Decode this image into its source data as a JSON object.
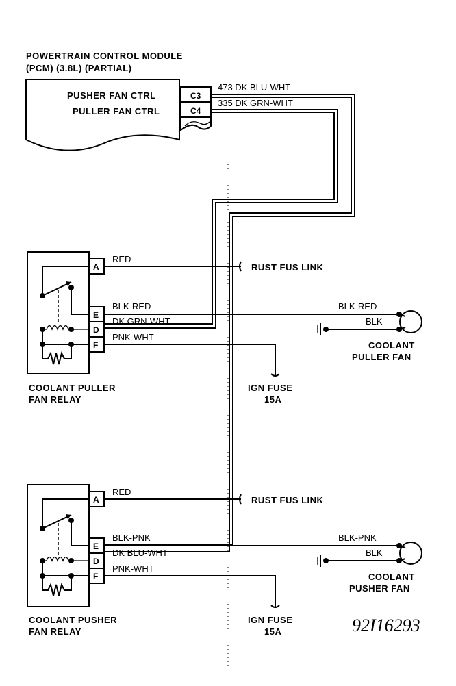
{
  "pcm": {
    "title_line1": "POWERTRAIN CONTROL MODULE",
    "title_line2": "(PCM) (3.8L) (PARTIAL)",
    "pusher_ctrl": "PUSHER FAN CTRL",
    "puller_ctrl": "PULLER FAN CTRL",
    "pin_c3": "C3",
    "pin_c4": "C4",
    "wire_c3": "473 DK BLU-WHT",
    "wire_c4": "335 DK GRN-WHT"
  },
  "puller_relay": {
    "name_line1": "COOLANT PULLER",
    "name_line2": "FAN RELAY",
    "pin_a": "A",
    "pin_e": "E",
    "pin_d": "D",
    "pin_f": "F",
    "wire_a": "RED",
    "wire_e": "BLK-RED",
    "wire_d": "DK GRN-WHT",
    "wire_f": "PNK-WHT",
    "fus_link": "RUST FUS LINK",
    "ign_fuse_line1": "IGN FUSE",
    "ign_fuse_line2": "15A"
  },
  "puller_fan": {
    "wire_top": "BLK-RED",
    "wire_bottom": "BLK",
    "name_line1": "COOLANT",
    "name_line2": "PULLER FAN"
  },
  "pusher_relay": {
    "name_line1": "COOLANT PUSHER",
    "name_line2": "FAN RELAY",
    "pin_a": "A",
    "pin_e": "E",
    "pin_d": "D",
    "pin_f": "F",
    "wire_a": "RED",
    "wire_e": "BLK-PNK",
    "wire_d": "DK BLU-WHT",
    "wire_f": "PNK-WHT",
    "fus_link": "RUST FUS LINK",
    "ign_fuse_line1": "IGN FUSE",
    "ign_fuse_line2": "15A"
  },
  "pusher_fan": {
    "wire_top": "BLK-PNK",
    "wire_bottom": "BLK",
    "name_line1": "COOLANT",
    "name_line2": "PUSHER FAN"
  },
  "figure_number": "92I16293"
}
